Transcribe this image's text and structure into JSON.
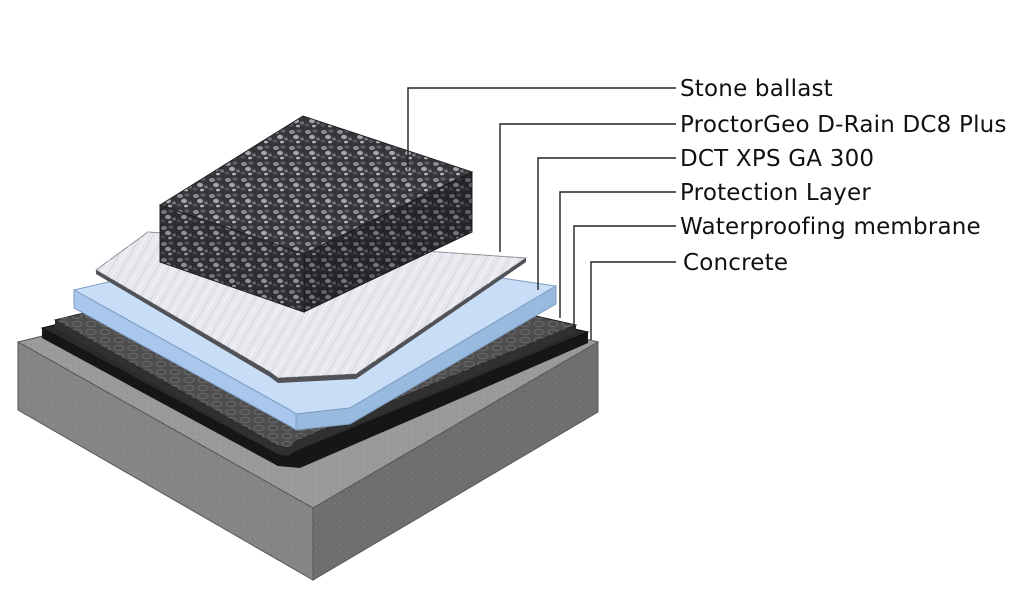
{
  "layers": [
    {
      "label": "Stone ballast"
    },
    {
      "label": "ProctorGeo D-Rain DC8 Plus"
    },
    {
      "label": "DCT XPS GA 300"
    },
    {
      "label": "Protection Layer"
    },
    {
      "label": "Waterproofing membrane"
    },
    {
      "label": "Concrete"
    }
  ],
  "colors": {
    "concrete": "#8f8f8f",
    "membrane": "#242424",
    "protection": "#4a4a4a",
    "xps_insulation": "#bcd6f3",
    "drainage_fabric": "#e3e5ea",
    "stone_ballast": "#3b3d42"
  }
}
